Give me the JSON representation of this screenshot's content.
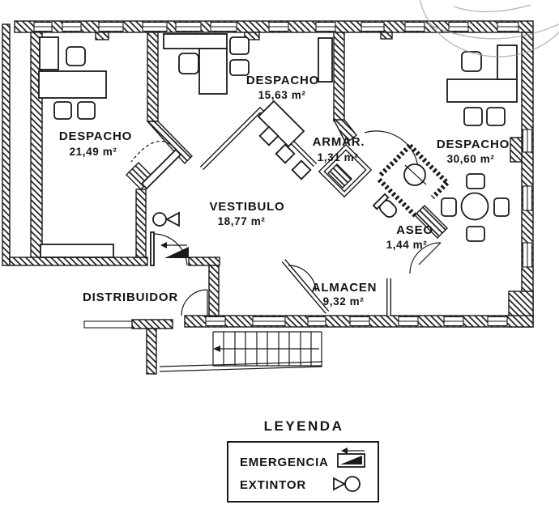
{
  "colors": {
    "ink": "#1a1a1a",
    "paper": "#ffffff",
    "stamp": "#9e9e9e"
  },
  "rooms": {
    "despacho1": {
      "name": "DESPACHO",
      "area": "21,49 m²"
    },
    "despacho2": {
      "name": "DESPACHO",
      "area": "15,63 m²"
    },
    "despacho3": {
      "name": "DESPACHO",
      "area": "30,60 m²"
    },
    "vestibulo": {
      "name": "VESTIBULO",
      "area": "18,77 m²"
    },
    "armario": {
      "name": "ARMAR.",
      "area": "1,31 m²"
    },
    "aseo": {
      "name": "ASEO",
      "area": "1,44 m²"
    },
    "almacen": {
      "name": "ALMACEN",
      "area": "9,32 m²"
    },
    "distribuidor": {
      "name": "DISTRIBUIDOR"
    }
  },
  "legend": {
    "title": "LEYENDA",
    "items": [
      {
        "label": "EMERGENCIA",
        "icon": "emergency-light-icon"
      },
      {
        "label": "EXTINTOR",
        "icon": "extinguisher-icon"
      }
    ]
  },
  "plan_symbols": {
    "extinguisher": "fire-extinguisher-symbol",
    "emergency": "emergency-light-symbol",
    "stairs": "staircase-direction-arrow",
    "stamp": "faint-circular-stamp"
  }
}
